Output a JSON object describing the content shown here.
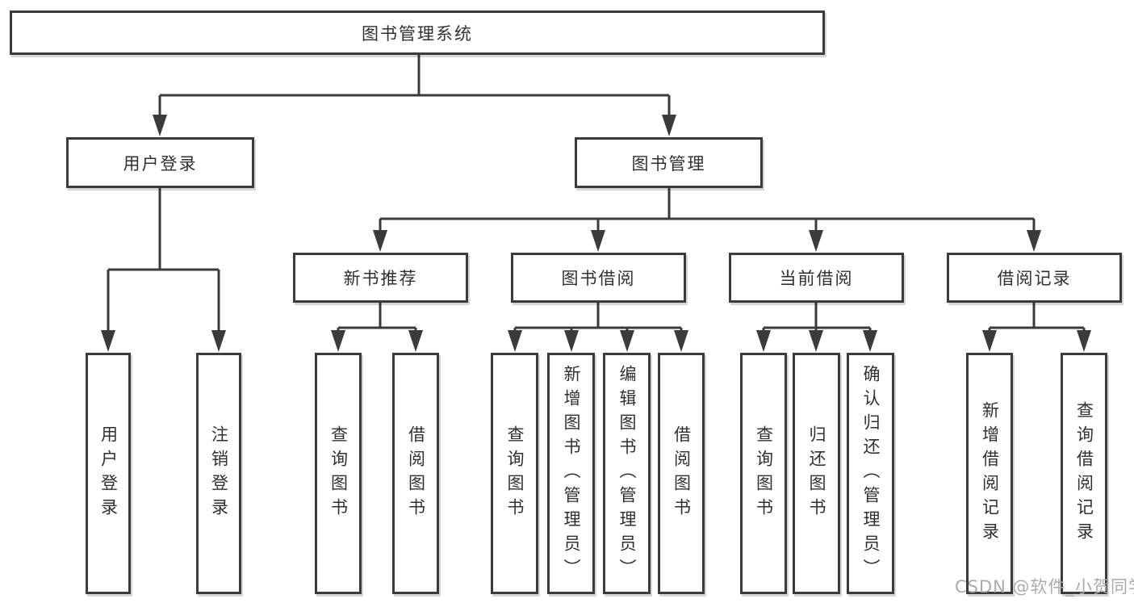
{
  "diagram_title": "图书管理系统",
  "nodes": {
    "root": "图书管理系统",
    "l2": [
      "用户登录",
      "图书管理"
    ],
    "l3": [
      "新书推荐",
      "图书借阅",
      "当前借阅",
      "借阅记录"
    ],
    "leaves": {
      "login": [
        "用户登录",
        "注销登录"
      ],
      "recommend": [
        "查询图书",
        "借阅图书"
      ],
      "borrow": [
        "查询图书",
        "新增图书（管理员）",
        "编辑图书（管理员）",
        "借阅图书"
      ],
      "current": [
        "查询图书",
        "归还图书",
        "确认归还（管理员）"
      ],
      "records": [
        "新增借阅记录",
        "查询借阅记录"
      ]
    }
  },
  "hierarchy": {
    "图书管理系统": {
      "用户登录": [
        "用户登录",
        "注销登录"
      ],
      "图书管理": {
        "新书推荐": [
          "查询图书",
          "借阅图书"
        ],
        "图书借阅": [
          "查询图书",
          "新增图书（管理员）",
          "编辑图书（管理员）",
          "借阅图书"
        ],
        "当前借阅": [
          "查询图书",
          "归还图书",
          "确认归还（管理员）"
        ],
        "借阅记录": [
          "新增借阅记录",
          "查询借阅记录"
        ]
      }
    }
  },
  "watermark": {
    "text": "CSDN @软件_小贺同学",
    "color": "#ababab"
  },
  "colors": {
    "line": "#3b3b3b",
    "border": "#3b3b3b",
    "text": "#303030",
    "background": "#ffffff"
  }
}
